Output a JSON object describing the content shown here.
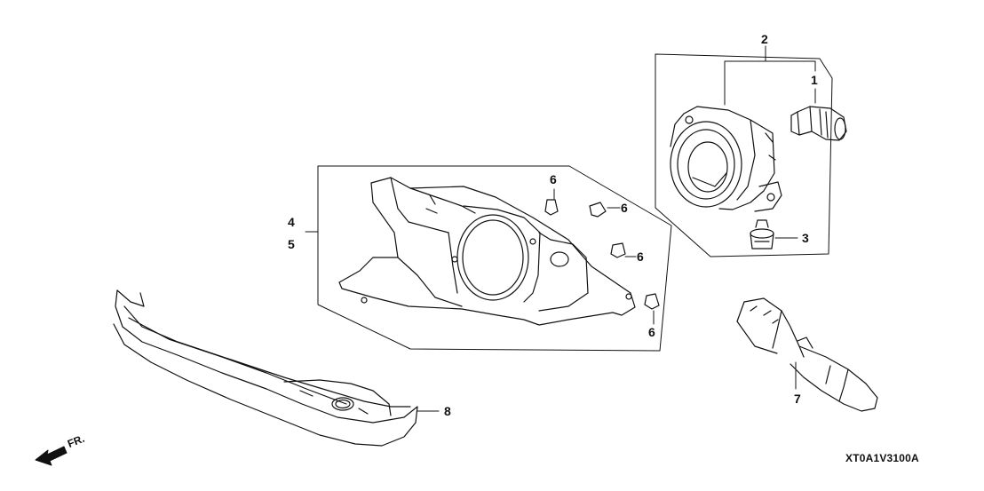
{
  "diagram": {
    "code": "XT0A1V3100A",
    "direction_label": "FR.",
    "callouts": {
      "c1": "1",
      "c2": "2",
      "c3": "3",
      "c4": "4",
      "c5": "5",
      "c6a": "6",
      "c6b": "6",
      "c6c": "6",
      "c6d": "6",
      "c7": "7",
      "c8": "8"
    },
    "parts": [
      "fog-light-bulb",
      "fog-light-assembly",
      "bulb-socket",
      "fog-light-bracket",
      "clip",
      "combination-switch",
      "bumper-garnish"
    ]
  }
}
